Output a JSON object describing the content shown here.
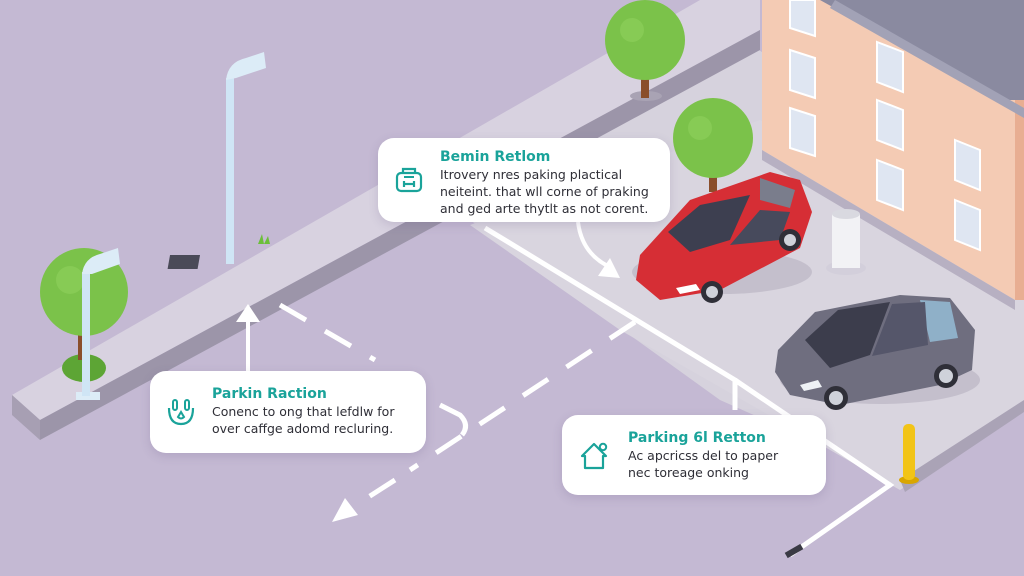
{
  "scene": {
    "background_color": "#c4b9d3",
    "sidewalk_color": "#d9d3e2",
    "lot_color": "#d6d2dd",
    "building_wall_color": "#f4cbb4",
    "roof_color": "#8a8aa0",
    "accent_color": "#1aa39a"
  },
  "callouts": [
    {
      "id": "top",
      "icon": "charging-station-icon",
      "title": "Bemin Retlom",
      "lines": [
        "Itrovery nres paking plactical",
        "neiteint. that wll corne of praking",
        "and ged arte thytlt as not corent."
      ]
    },
    {
      "id": "left",
      "icon": "plug-outlet-icon",
      "title": "Parkin Raction",
      "lines": [
        "Conenc to ong that lefdlw for",
        "over caffge adomd recluring."
      ]
    },
    {
      "id": "right",
      "icon": "house-icon",
      "title": "Parking 6l Retton",
      "lines": [
        "Ac apcricss del to paper",
        "nec toreage onking"
      ]
    }
  ],
  "vehicles": [
    {
      "name": "red-car",
      "color": "#d62e35"
    },
    {
      "name": "gray-car",
      "color": "#6f6e7f"
    }
  ]
}
